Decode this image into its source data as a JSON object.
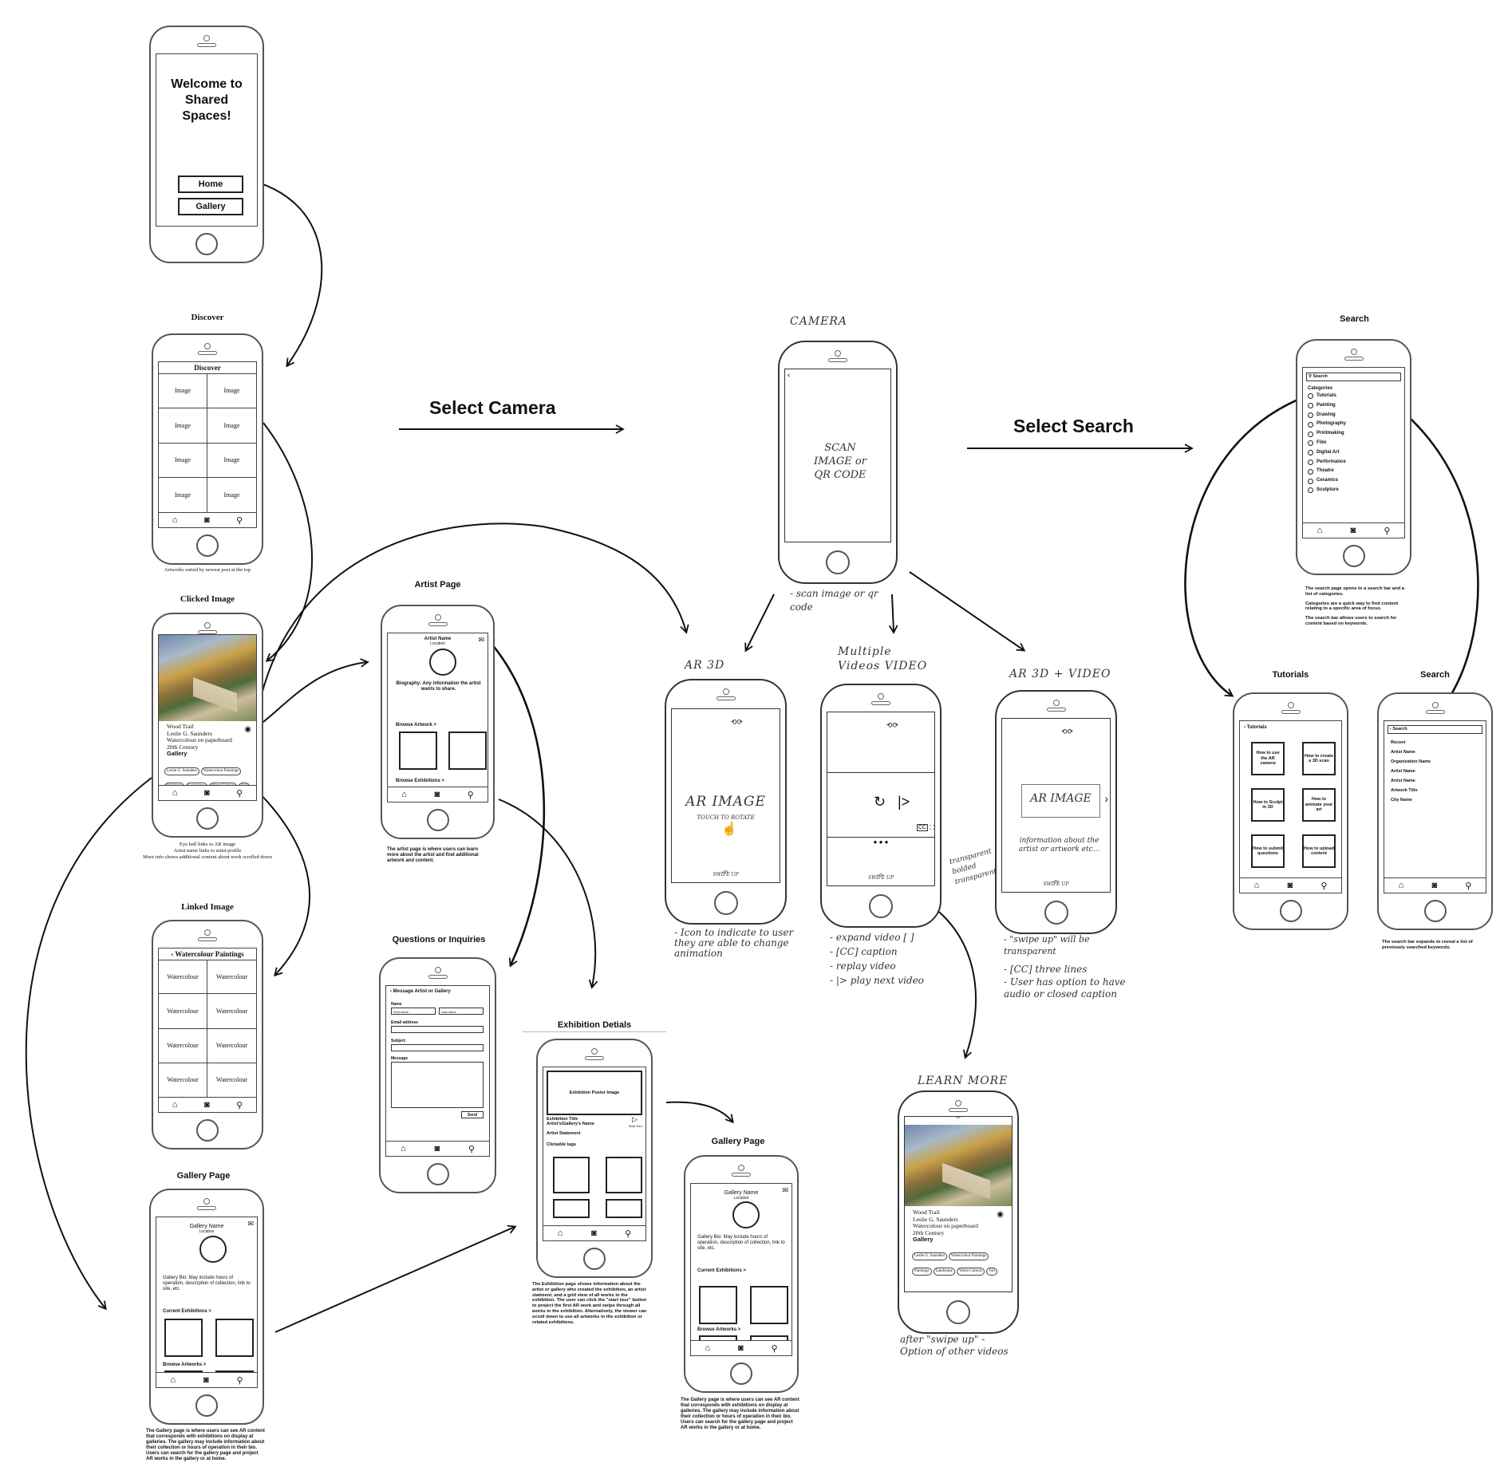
{
  "welcome": {
    "heading": "Welcome to Shared Spaces!",
    "home_button": "Home",
    "gallery_button": "Gallery"
  },
  "discover": {
    "title": "Discover",
    "header": "Discover",
    "cells": [
      "Image",
      "Image",
      "Image",
      "Image",
      "Image",
      "Image",
      "Image",
      "Image"
    ],
    "note": "Artworks sorted by newest post at the top"
  },
  "clicked": {
    "title": "Clicked Image",
    "artwork": "Wood Trail",
    "artist": "Leslie G. Saunders",
    "medium": "Watercolour on paperboard",
    "century": "20th Century",
    "gallery": "Gallery",
    "tags": [
      "Leslie G. Saunders",
      "Watercolour Paintings",
      "Paintings",
      "Landscape",
      "Warm Colours",
      "Fall"
    ],
    "note": "Eye ball links to AR image\nArtist name links to artist profile\nMore info shows additional content about work scrolled down"
  },
  "linked": {
    "title": "Linked Image",
    "header": "Watercolour Paintings",
    "cells": [
      "Watercolour",
      "Watercolour",
      "Watercolour",
      "Watercolour",
      "Watercolour",
      "Watercolour",
      "Watercolour",
      "Watercolour"
    ]
  },
  "gallery_left": {
    "title": "Gallery Page",
    "name": "Gallery Name",
    "location": "Location",
    "bio": "Gallery Bio: May include hours of operation, description of collection, link to site, etc.",
    "current": "Current Exhibitions >",
    "browse": "Browse Artworks >",
    "note": "The Gallery page is where users can see AR content that corresponds with exhibitions on display at galleries. The gallery may include information about their collection or hours of operation in their bio. Users can search for the gallery page and project AR works in the gallery or at home."
  },
  "artist": {
    "title": "Artist Page",
    "name": "Artist Name",
    "location": "Location",
    "bio": "Biography: Any information the artist wants to share.",
    "browse_art": "Browse Artwork >",
    "browse_ex": "Browse Exhibitions >",
    "note": "The artist page is where users can learn more about the artist and find additional artwork and content."
  },
  "questions": {
    "title": "Questions or Inquiries",
    "header": "Message Artist or Gallery",
    "name_label": "Name",
    "first_ph": "First name",
    "last_ph": "Last name",
    "email_label": "Email address",
    "subject_label": "Subject",
    "message_label": "Message",
    "send": "Send"
  },
  "exhibition": {
    "title": "Exhibition Detials",
    "poster": "Exhibition Poster Image",
    "ex_title": "Exhibition Title",
    "by": "Artist's/Gallery's Name",
    "start_tour": "Start Tour",
    "statement": "Artist Statement",
    "tags": "Clickable tags",
    "note": "The Exhibition page shows information about the artist or gallery who created the exhibition, an artist statment, and a grid view of all works in the exhibition. The user can click the \"start tour\" button to project the first AR work and swipe through all works in the exhibition. Alternatively, the viewer can scroll down to see all artworks in the exhibition or related exhibitions."
  },
  "gallery_mid": {
    "title": "Gallery Page",
    "name": "Gallery Name",
    "location": "Location",
    "bio": "Gallery Bio: May include hours of operation, description of collection, link to site, etc.",
    "current": "Current Exhibitions >",
    "browse": "Browse Artworks >",
    "note": "The Gallery page is where users can see AR content that corresponds with exhibitions on display at galleries. The gallery may include information about their collection or hours of operation in their bio. Users can search for the gallery page and project AR works in the gallery or at home."
  },
  "camera": {
    "label": "CAMERA",
    "screen": "SCAN IMAGE or QR CODE",
    "note": "- scan image or qr code",
    "action": "Select Camera"
  },
  "ar3d": {
    "label": "AR 3D",
    "screen": "AR IMAGE",
    "sub": "TOUCH TO ROTATE",
    "swipe": "SWIPE UP",
    "note": "- Icon to indicate to user they are able to change animation"
  },
  "videos": {
    "label": "Multiple Videos VIDEO",
    "swipe": "SWIPE UP",
    "notes": [
      "- expand video [ ]",
      "- [CC] caption",
      "- replay video",
      "- |> play next video"
    ]
  },
  "arvideo": {
    "label": "AR 3D + VIDEO",
    "screen": "AR IMAGE",
    "info": "information about the artist or artwork etc...",
    "swipe": "SWIPE UP",
    "side": "transparent bolded transparent",
    "notes": [
      "- \"swipe up\" will be transparent",
      "- [CC] three lines",
      "- User has option to have audio or closed caption"
    ]
  },
  "learn": {
    "label": "LEARN MORE",
    "artwork": "Wood Trail",
    "artist": "Leslie G. Saunders",
    "medium": "Watercolour on paperboard",
    "century": "20th Century",
    "gallery": "Gallery",
    "tags": [
      "Leslie G. Saunders",
      "Watercolour Paintings",
      "Paintings",
      "Landscape",
      "Warm Colours",
      "Fall"
    ],
    "note": "after \"swipe up\" - Option of other videos"
  },
  "search": {
    "action": "Select Search",
    "title": "Search",
    "bar": "Search",
    "categories_label": "Categories",
    "categories": [
      "Tutorials",
      "Painting",
      "Drawing",
      "Photography",
      "Printmaking",
      "Film",
      "Digital Art",
      "Performance",
      "Theatre",
      "Ceramics",
      "Sculpture"
    ],
    "note1": "The search page opens to a search bar and a list of categories.",
    "note2": "Categories are a quick way to find content relating to a specific area of focus.",
    "note3": "The search bar allows users to search for content based on keywords."
  },
  "tutorials": {
    "title": "Tutorials",
    "header": "Tutorials",
    "items": [
      "How to use the AR camera",
      "How to create a 3D scan",
      "How to Sculpt in 3D",
      "How to animate your art",
      "How to submit questions",
      "How to upload content"
    ]
  },
  "search2": {
    "title": "Search",
    "bar": "Search",
    "items": [
      "Recent",
      "Artist Name",
      "Organization Name",
      "Artist Name",
      "Artist Name",
      "Artwork Title",
      "City Name"
    ],
    "note": "The search bar expands to reveal a list of previously searched keywords."
  }
}
